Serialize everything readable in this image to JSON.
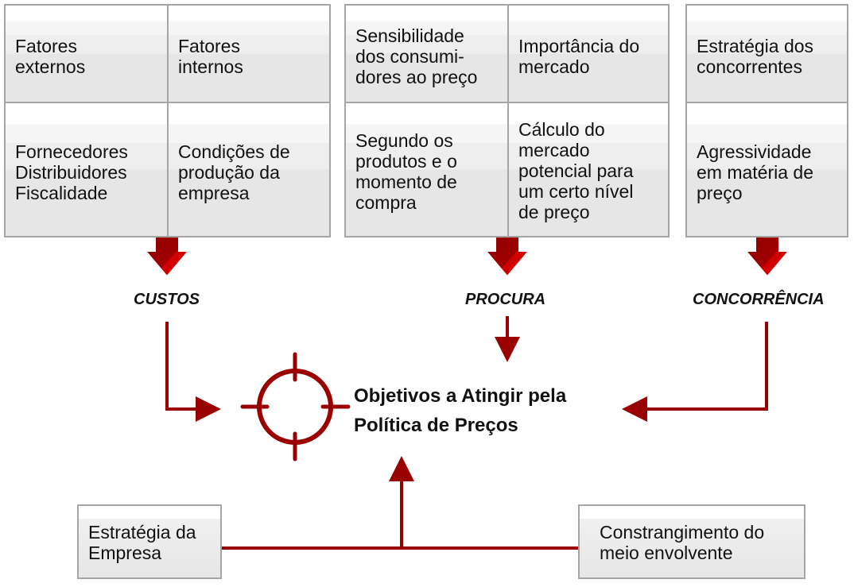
{
  "groups": [
    {
      "cells": [
        "Fatores\nexternos",
        "Fatores\ninternos",
        "Fornecedores\nDistribuidores\nFiscalidade",
        "Condições de\nprodução da\nempresa"
      ],
      "label": "CUSTOS"
    },
    {
      "cells": [
        "Sensibilidade\ndos consumi-\ndores ao preço",
        "Importância do\nmercado",
        "Segundo os\nprodutos e o\nmomento de\ncompra",
        "Cálculo do\nmercado\npotencial para\num certo nível\nde preço"
      ],
      "label": "PROCURA"
    },
    {
      "cells": [
        "Estratégia dos\nconcorrentes",
        "Agressividade\nem matéria de\npreço"
      ],
      "label": "CONCORRÊNCIA"
    }
  ],
  "center": {
    "title": "Objetivos a Atingir pela\nPolítica de Preços"
  },
  "bottom": {
    "left": "Estratégia da\nEmpresa",
    "right": "Constrangimento do\nmeio envolvente"
  },
  "colors": {
    "accent": "#990000",
    "arrow": "#b00000"
  }
}
